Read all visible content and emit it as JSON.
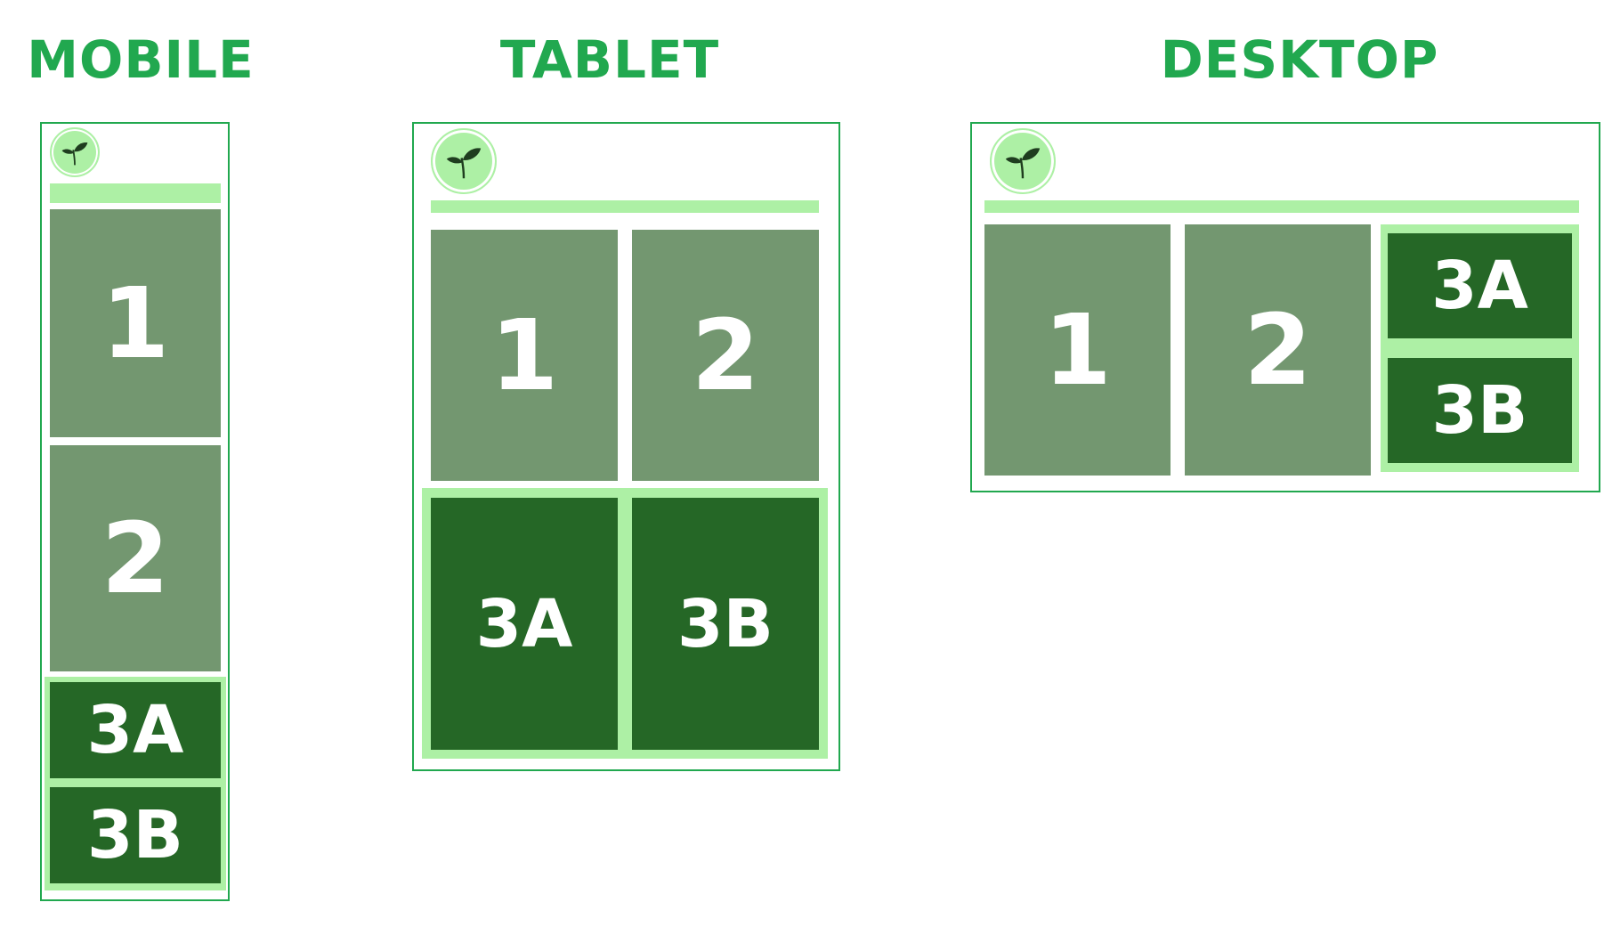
{
  "colors": {
    "heading": "#21a84f",
    "frame_border": "#21a84f",
    "nav_bar": "#adf0a5",
    "group_highlight": "#adf0a5",
    "logo_fill": "#adf0a5",
    "box_light": "#739770",
    "box_dark": "#256726",
    "box_text": "#ffffff"
  },
  "icons": {
    "logo": "sprout-icon"
  },
  "layouts": {
    "mobile": {
      "title": "MOBILE",
      "box1": "1",
      "box2": "2",
      "box3a": "3A",
      "box3b": "3B"
    },
    "tablet": {
      "title": "TABLET",
      "box1": "1",
      "box2": "2",
      "box3a": "3A",
      "box3b": "3B"
    },
    "desktop": {
      "title": "DESKTOP",
      "box1": "1",
      "box2": "2",
      "box3a": "3A",
      "box3b": "3B"
    }
  }
}
